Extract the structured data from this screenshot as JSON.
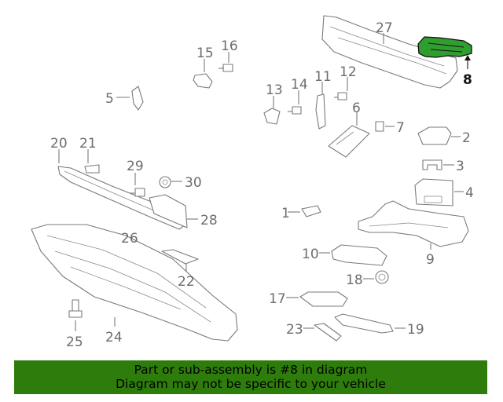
{
  "highlight_color": "#2e7d0c",
  "callouts": [
    {
      "id": "part-1",
      "number": "1"
    },
    {
      "id": "part-2",
      "number": "2"
    },
    {
      "id": "part-3",
      "number": "3"
    },
    {
      "id": "part-4",
      "number": "4"
    },
    {
      "id": "part-5",
      "number": "5"
    },
    {
      "id": "part-6",
      "number": "6"
    },
    {
      "id": "part-7",
      "number": "7"
    },
    {
      "id": "part-8",
      "number": "8"
    },
    {
      "id": "part-9",
      "number": "9"
    },
    {
      "id": "part-10",
      "number": "10"
    },
    {
      "id": "part-11",
      "number": "11"
    },
    {
      "id": "part-12",
      "number": "12"
    },
    {
      "id": "part-13",
      "number": "13"
    },
    {
      "id": "part-14",
      "number": "14"
    },
    {
      "id": "part-15",
      "number": "15"
    },
    {
      "id": "part-16",
      "number": "16"
    },
    {
      "id": "part-17",
      "number": "17"
    },
    {
      "id": "part-18",
      "number": "18"
    },
    {
      "id": "part-19",
      "number": "19"
    },
    {
      "id": "part-20",
      "number": "20"
    },
    {
      "id": "part-21",
      "number": "21"
    },
    {
      "id": "part-22",
      "number": "22"
    },
    {
      "id": "part-23",
      "number": "23"
    },
    {
      "id": "part-24",
      "number": "24"
    },
    {
      "id": "part-25",
      "number": "25"
    },
    {
      "id": "part-26",
      "number": "26"
    },
    {
      "id": "part-27",
      "number": "27"
    },
    {
      "id": "part-28",
      "number": "28"
    },
    {
      "id": "part-29",
      "number": "29"
    },
    {
      "id": "part-30",
      "number": "30"
    }
  ],
  "highlighted_part": "8",
  "banner": {
    "line1": "Part or sub-assembly is #8 in diagram",
    "line2": "Diagram may not be specific to your vehicle"
  }
}
